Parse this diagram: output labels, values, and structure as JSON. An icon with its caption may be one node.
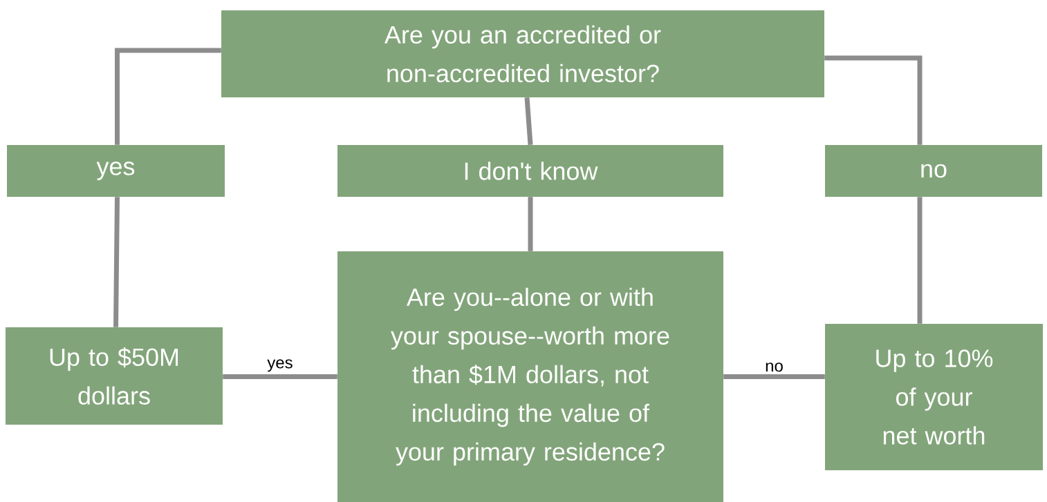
{
  "diagram": {
    "nodes": [
      {
        "text": [
          "Are you an accredited or non-accredited investor?"
        ]
      },
      {
        "text": [
          "yes"
        ]
      },
      {
        "text": [
          "I don't know"
        ]
      },
      {
        "text": [
          "no"
        ]
      },
      {
        "text": [
          "Up to $50M dollars"
        ]
      },
      {
        "text": [
          "Are you--alone or with your spouse--worth more than $1M dollars, not including the value of your primary residence?"
        ]
      },
      {
        "text": [
          "Up to 10% of your net worth"
        ]
      }
    ],
    "edges": [
      {
        "from": 0,
        "to": 1,
        "arrow": "none"
      },
      {
        "from": 0,
        "to": 2,
        "arrow": "none"
      },
      {
        "from": 0,
        "to": 3,
        "arrow": "none"
      },
      {
        "from": 1,
        "to": 4,
        "arrow": "none"
      },
      {
        "from": 2,
        "to": 5,
        "arrow": "none"
      },
      {
        "from": 3,
        "to": 6,
        "arrow": "none"
      },
      {
        "from": 5,
        "to": 4,
        "arrow": "none",
        "label": "yes"
      },
      {
        "from": 5,
        "to": 6,
        "arrow": "none",
        "label": "no"
      }
    ]
  }
}
